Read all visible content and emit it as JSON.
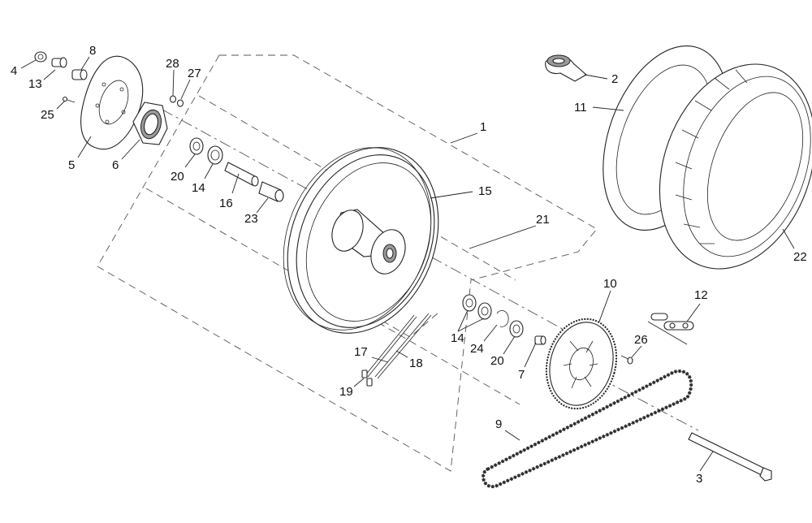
{
  "callouts": [
    {
      "id": "c1",
      "text": "1"
    },
    {
      "id": "c2",
      "text": "2"
    },
    {
      "id": "c3",
      "text": "3"
    },
    {
      "id": "c4",
      "text": "4"
    },
    {
      "id": "c5",
      "text": "5"
    },
    {
      "id": "c6",
      "text": "6"
    },
    {
      "id": "c7",
      "text": "7"
    },
    {
      "id": "c8",
      "text": "8"
    },
    {
      "id": "c9",
      "text": "9"
    },
    {
      "id": "c10",
      "text": "10"
    },
    {
      "id": "c11",
      "text": "11"
    },
    {
      "id": "c12",
      "text": "12"
    },
    {
      "id": "c13",
      "text": "13"
    },
    {
      "id": "c14a",
      "text": "14"
    },
    {
      "id": "c14b",
      "text": "14"
    },
    {
      "id": "c15",
      "text": "15"
    },
    {
      "id": "c16",
      "text": "16"
    },
    {
      "id": "c17",
      "text": "17"
    },
    {
      "id": "c18",
      "text": "18"
    },
    {
      "id": "c19",
      "text": "19"
    },
    {
      "id": "c20a",
      "text": "20"
    },
    {
      "id": "c20b",
      "text": "20"
    },
    {
      "id": "c21",
      "text": "21"
    },
    {
      "id": "c22",
      "text": "22"
    },
    {
      "id": "c23",
      "text": "23"
    },
    {
      "id": "c24",
      "text": "24"
    },
    {
      "id": "c25",
      "text": "25"
    },
    {
      "id": "c26",
      "text": "26"
    },
    {
      "id": "c27",
      "text": "27"
    },
    {
      "id": "c28",
      "text": "28"
    }
  ]
}
